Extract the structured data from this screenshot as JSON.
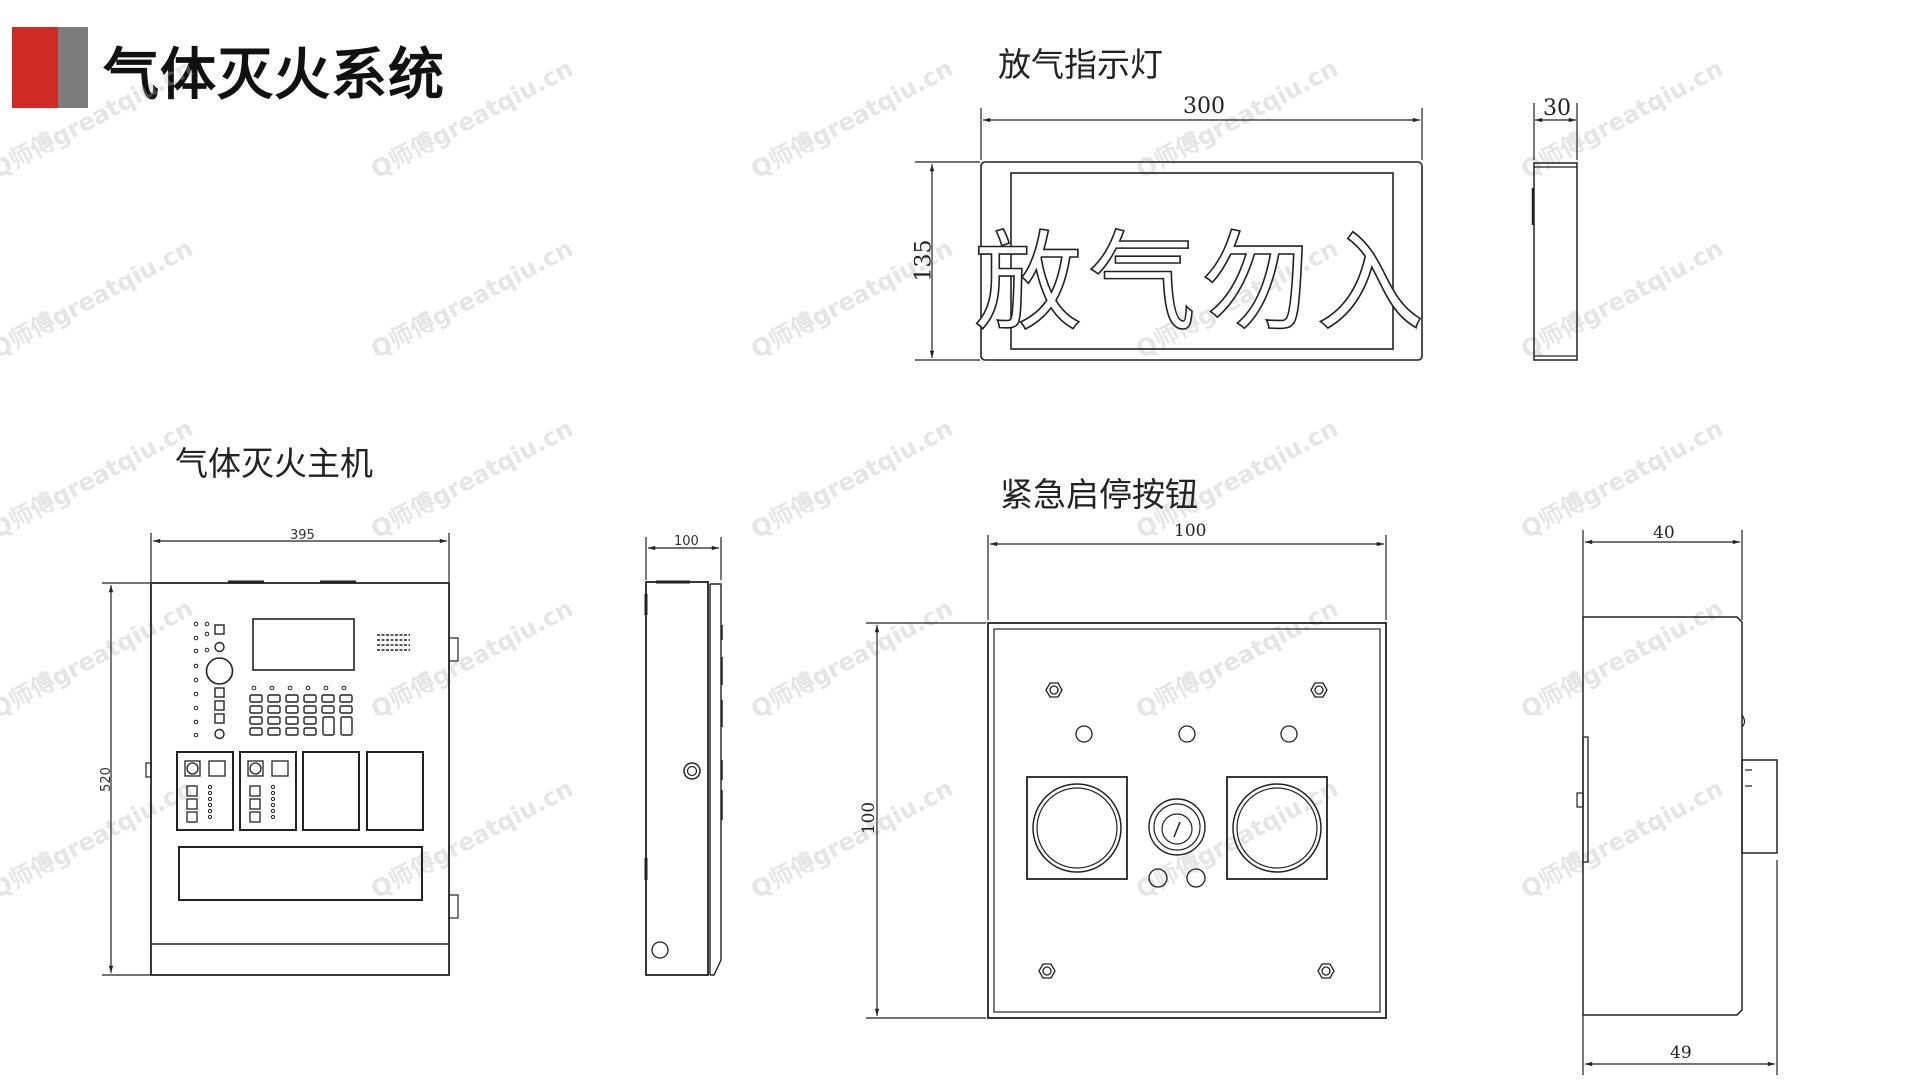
{
  "header": {
    "title": "气体灭火系统",
    "accent_colors": {
      "red": "#cf2a26",
      "gray": "#7c7c7c"
    }
  },
  "sections": {
    "discharge_indicator": {
      "label": "放气指示灯",
      "sign_text": "放气勿入",
      "dims": {
        "width": "300",
        "height": "135",
        "depth": "30"
      }
    },
    "control_host": {
      "label": "气体灭火主机",
      "dims": {
        "width": "395",
        "height": "520",
        "depth": "100"
      }
    },
    "emergency_button": {
      "label": "紧急启停按钮",
      "dims": {
        "width": "100",
        "height": "100",
        "depth": "40",
        "depth_total": "49"
      }
    }
  },
  "watermark": {
    "text": "Q师傅greatqiu.cn"
  }
}
